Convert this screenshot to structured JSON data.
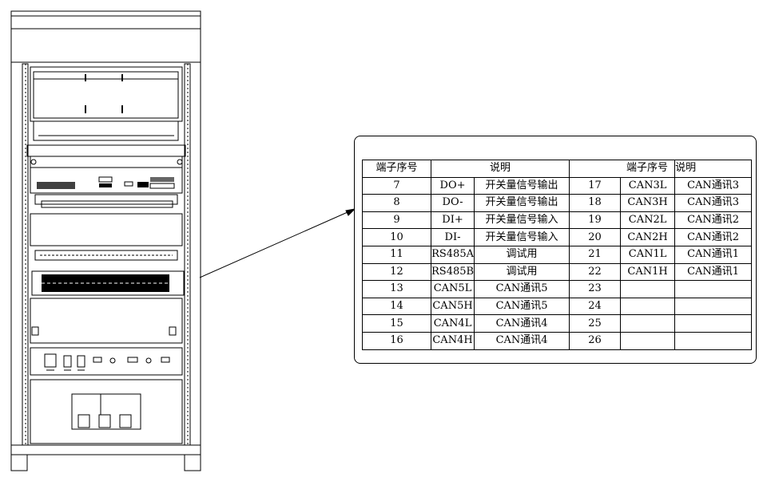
{
  "terminal_table": {
    "header": {
      "terminal_no_1": "端子序号",
      "description_1": "说明",
      "terminal_no_2": "端子序号",
      "description_2": "说明"
    },
    "rows": [
      {
        "no": "7",
        "signal": "DO+",
        "desc": "开关量信号输出",
        "no2": "17",
        "signal2": "CAN3L",
        "desc2": "CAN通讯3"
      },
      {
        "no": "8",
        "signal": "DO-",
        "desc": "开关量信号输出",
        "no2": "18",
        "signal2": "CAN3H",
        "desc2": "CAN通讯3"
      },
      {
        "no": "9",
        "signal": "DI+",
        "desc": "开关量信号输入",
        "no2": "19",
        "signal2": "CAN2L",
        "desc2": "CAN通讯2"
      },
      {
        "no": "10",
        "signal": "DI-",
        "desc": "开关量信号输入",
        "no2": "20",
        "signal2": "CAN2H",
        "desc2": "CAN通讯2"
      },
      {
        "no": "11",
        "signal": "RS485A",
        "desc": "调试用",
        "no2": "21",
        "signal2": "CAN1L",
        "desc2": "CAN通讯1"
      },
      {
        "no": "12",
        "signal": "RS485B",
        "desc": "调试用",
        "no2": "22",
        "signal2": "CAN1H",
        "desc2": "CAN通讯1"
      },
      {
        "no": "13",
        "signal": "CAN5L",
        "desc": "CAN通讯5",
        "no2": "23",
        "signal2": "",
        "desc2": ""
      },
      {
        "no": "14",
        "signal": "CAN5H",
        "desc": "CAN通讯5",
        "no2": "24",
        "signal2": "",
        "desc2": ""
      },
      {
        "no": "15",
        "signal": "CAN4L",
        "desc": "CAN通讯4",
        "no2": "25",
        "signal2": "",
        "desc2": ""
      },
      {
        "no": "16",
        "signal": "CAN4H",
        "desc": "CAN通讯4",
        "no2": "26",
        "signal2": "",
        "desc2": ""
      }
    ]
  }
}
